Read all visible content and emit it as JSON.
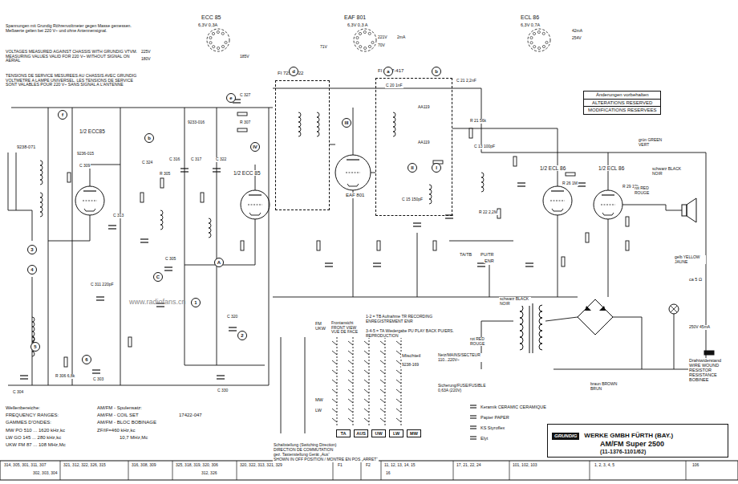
{
  "diagram": {
    "nodes": [
      {
        "text": [
          "Änderungen vorbehalten",
          "ALTERATIONS RESERVED",
          "MODIFICATIONS RESERVEES"
        ]
      },
      {
        "text": [
          "GRUNDIG",
          "WERKE GMBH FÜRTH (BAY.)",
          "AM/FM Super 2500",
          "(11-1376-1101/62)"
        ]
      },
      {
        "text": [
          "FI 7257-422"
        ]
      },
      {
        "text": [
          "FI 7257-417"
        ]
      },
      {
        "text": [
          "f"
        ]
      },
      {
        "text": [
          "e"
        ]
      },
      {
        "text": [
          "d"
        ]
      },
      {
        "text": [
          "a"
        ]
      },
      {
        "text": [
          "b"
        ]
      },
      {
        "text": [
          "b"
        ]
      },
      {
        "text": [
          "IV"
        ]
      },
      {
        "text": [
          "III"
        ]
      },
      {
        "text": [
          "II"
        ],
        "in": 3
      },
      {
        "text": [
          "I"
        ],
        "in": 3
      },
      {
        "text": [
          "A"
        ]
      },
      {
        "text": [
          "C"
        ]
      },
      {
        "text": [
          "1"
        ]
      },
      {
        "text": [
          "2"
        ]
      },
      {
        "text": [
          "3"
        ]
      },
      {
        "text": [
          "4"
        ]
      },
      {
        "text": [
          "5"
        ]
      },
      {
        "text": [
          "6"
        ]
      },
      {
        "text": [
          "TA"
        ]
      },
      {
        "text": [
          "AUS"
        ]
      },
      {
        "text": [
          "UW"
        ]
      },
      {
        "text": [
          "LW"
        ]
      },
      {
        "text": [
          "MW"
        ]
      }
    ],
    "labels": [
      "Spannungen mit Grundig Röhrenvoltmeter gegen Masse gemessen. Meßwerte gelten bei 220 V~ und ohne Antennensignal.",
      "VOLTAGES MEASURED AGAINST CHASSIS WITH GRUNDIG VTVM. MEASURING VALUES VALID FOR 220 V~ WITHOUT SIGNAL ON AERIAL",
      "TENSIONS DE SERVICE MESUREES AU CHASSIS AVEC GRUNDIG VOLTMETRE A LAMPE UNIVERSEL. LES TENSIONS DE SERVICE SONT VALABLES POUR 220 V~ SANS SIGNAL A L'ANTENNE",
      "ECC 85",
      "6,3V 0,3A",
      "EAF 801",
      "6,3V 0,3 A",
      "ECL 86",
      "6,3V 0,7A",
      "225V",
      "180V",
      "185V",
      "221V",
      "70V",
      "2mA",
      "71V",
      "42mA",
      "254V",
      "9238-071",
      "9236-015",
      "1/2 ECC85",
      "1/2 ECC 85",
      "C 327",
      "R 307",
      "9233-016",
      "C 309",
      "C 324",
      "C 316",
      "C 317",
      "C 322",
      "R 305",
      "C 313",
      "C 311 220pF",
      "C 305",
      "C 320",
      "C 330",
      "C 303",
      "C 304",
      "R 306 6,8k",
      "C 15 150pF",
      "EAF 801",
      "AA119",
      "AA119",
      "C 20 1nF",
      "C 21 2,2nF",
      "R 21 56k",
      "1/2 ECL 86",
      "1/2 ECL 86",
      "R 26 1M",
      "R 29 10k",
      "C 13 100pF",
      "R 22 2,2M",
      "TA/TB",
      "PU/TR",
      "ENR",
      "1-2 = TB Aufnahme TR RECORDING ENREGISTREMENT ENR",
      "3-4-5 = TA Wiedergabe PU PLAY BACK PU/ERS. REPRODUCTION",
      "grün GREEN VERT",
      "schwarz BLACK NOIR",
      "rot RED ROUGE",
      "gelb YELLOW JAUNE",
      "ca 5 Ω",
      "schwarz BLACK NOIR",
      "rot RED ROUGE",
      "braun BROWN BRUN",
      "Netz/MAINS/SECTEUR 110...220V~",
      "Sicherung/FUSE/FUSIBLE 0,63A (220V)",
      "250V 45mA",
      "Mischteil",
      "9238-169",
      "FM UKW",
      "Frontansicht FRONT VIEW VUE DE FACE",
      "MW",
      "LW",
      "Wellenbereiche:",
      "FREQUENCY RANGES:",
      "GAMMES D'ONDES:",
      "MW PO 510 ... 1620 kHz,kc",
      "LW GO 145 ... 280 kHz,kc",
      "UKW FM 87 ... 108 MHz,Mc",
      "AM/FM - Spulensatz:",
      "AM/FM - COIL SET",
      "AM/FM - BLOC BOBINAGE",
      "ZF/IF=460 kHz,kc",
      "10,7 MHz,Mc",
      "17422-047",
      "Schaltstellung (Switching Direction)",
      "DIRECTION DE COMMUTATION",
      "gez. Tastenstellung Gerät „Aus“",
      "SHOWN IN OFF POSITION / MONTRE EN POS „ARRET“",
      "www.radiofans.cn",
      "314, 305, 301, 311, 307",
      "321, 312, 322, 326, 315",
      "316, 308, 309",
      "325, 318, 319, 320, 306",
      "320, 322, 313, 321, 329",
      "F1",
      "F2",
      "11, 12, 13, 14, 15",
      "17, 21, 22, 24",
      "101, 102, 103",
      "1, 2, 3, 4, 5",
      "302, 303, 304",
      "312, 326",
      "16",
      "106"
    ],
    "legend": [
      {
        "text": "Keramik CERAMIC CERAMIQUE"
      },
      {
        "text": "Papier PAPER"
      },
      {
        "text": "KS Styroflex"
      },
      {
        "text": "Elyt"
      },
      {
        "text": "Drahtwiderstand WIRE WOUND RESISTOR RESISTANCE BOBINEE"
      }
    ]
  }
}
